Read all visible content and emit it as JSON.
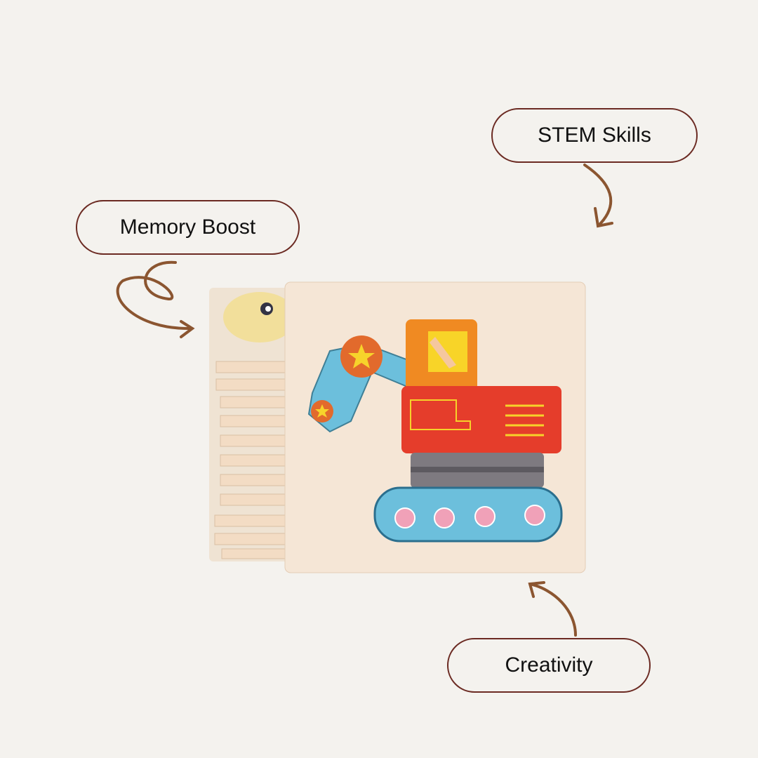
{
  "labels": {
    "stem": "STEM Skills",
    "memory": "Memory Boost",
    "creativity": "Creativity"
  },
  "colors": {
    "background": "#f4f2ee",
    "pill_border": "#6b2a22",
    "arrow": "#8b5530"
  }
}
